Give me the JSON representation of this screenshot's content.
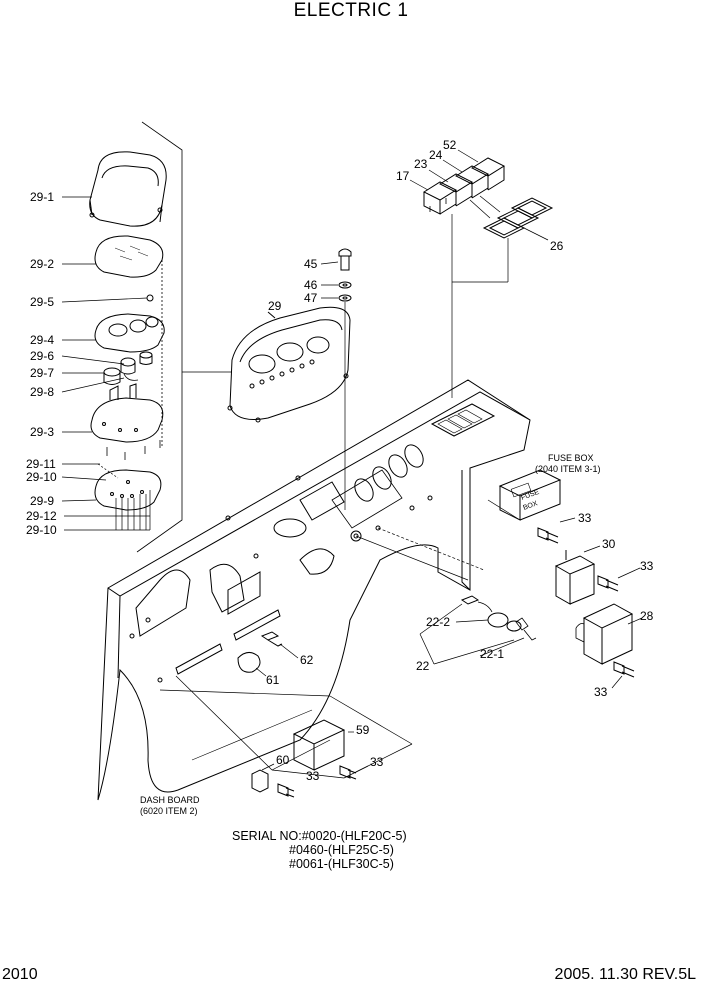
{
  "title": "ELECTRIC 1",
  "page_number": "2010",
  "date_rev": "2005. 11.30  REV.5L",
  "serial": {
    "line1": "SERIAL NO:#0020-(HLF20C-5)",
    "line2": "#0460-(HLF25C-5)",
    "line3": "#0061-(HLF30C-5)"
  },
  "notes": {
    "fuse_box_1": "FUSE BOX",
    "fuse_box_2": "(2040 ITEM 3-1)",
    "fuse_box_face_1": "FUSE",
    "fuse_box_face_2": "BOX",
    "dash_board_1": "DASH BOARD",
    "dash_board_2": "(6020 ITEM 2)"
  },
  "labels": {
    "c29_1": "29-1",
    "c29_2": "29-2",
    "c29_5": "29-5",
    "c29_4": "29-4",
    "c29_6": "29-6",
    "c29_7": "29-7",
    "c29_8": "29-8",
    "c29_3": "29-3",
    "c29_11": "29-11",
    "c29_10a": "29-10",
    "c29_9": "29-9",
    "c29_12": "29-12",
    "c29_10b": "29-10",
    "c29": "29",
    "c45": "45",
    "c46": "46",
    "c47": "47",
    "c17": "17",
    "c23": "23",
    "c24": "24",
    "c52": "52",
    "c26": "26",
    "c33a": "33",
    "c30": "30",
    "c33b": "33",
    "c28": "28",
    "c33c": "33",
    "c22_2": "22-2",
    "c22": "22",
    "c22_1": "22-1",
    "c62": "62",
    "c61": "61",
    "c59": "59",
    "c60": "60",
    "c33d": "33",
    "c33e": "33"
  }
}
